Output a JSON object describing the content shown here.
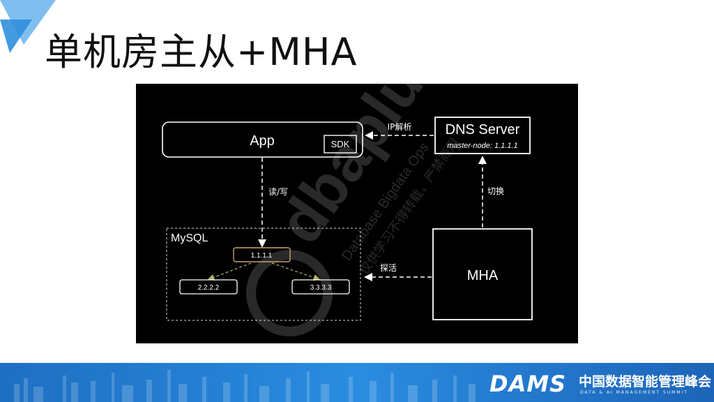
{
  "slide": {
    "title": "单机房主从+MHA"
  },
  "diagram": {
    "app_label": "App",
    "sdk_label": "SDK",
    "dns_title": "DNS Server",
    "dns_subtitle": "master-node: 1.1.1.1",
    "ip_resolve_label": "IP解析",
    "read_write_label": "读/写",
    "switch_label": "切换",
    "probe_label": "探活",
    "mysql_label": "MySQL",
    "master_ip": "1.1.1.1",
    "slave1_ip": "2.2.2.2",
    "slave2_ip": "3.3.3.3",
    "mha_label": "MHA",
    "watermark_logo": "dbaplus",
    "watermark_line1": "Database Bigdata Ops",
    "watermark_line2": "仅供学习不得转载，严禁商用",
    "colors": {
      "background": "#000000",
      "stroke": "#ffffff",
      "master_border": "#c8a46a",
      "replication_arrow": "#b9b36a"
    }
  },
  "footer": {
    "brand_main": "DAMS",
    "brand_cn": "中国数据智能管理峰会",
    "brand_en": "DATA & AI MANAGEMENT SUMMIT",
    "colors": {
      "bar": "#2a8ce0"
    }
  }
}
